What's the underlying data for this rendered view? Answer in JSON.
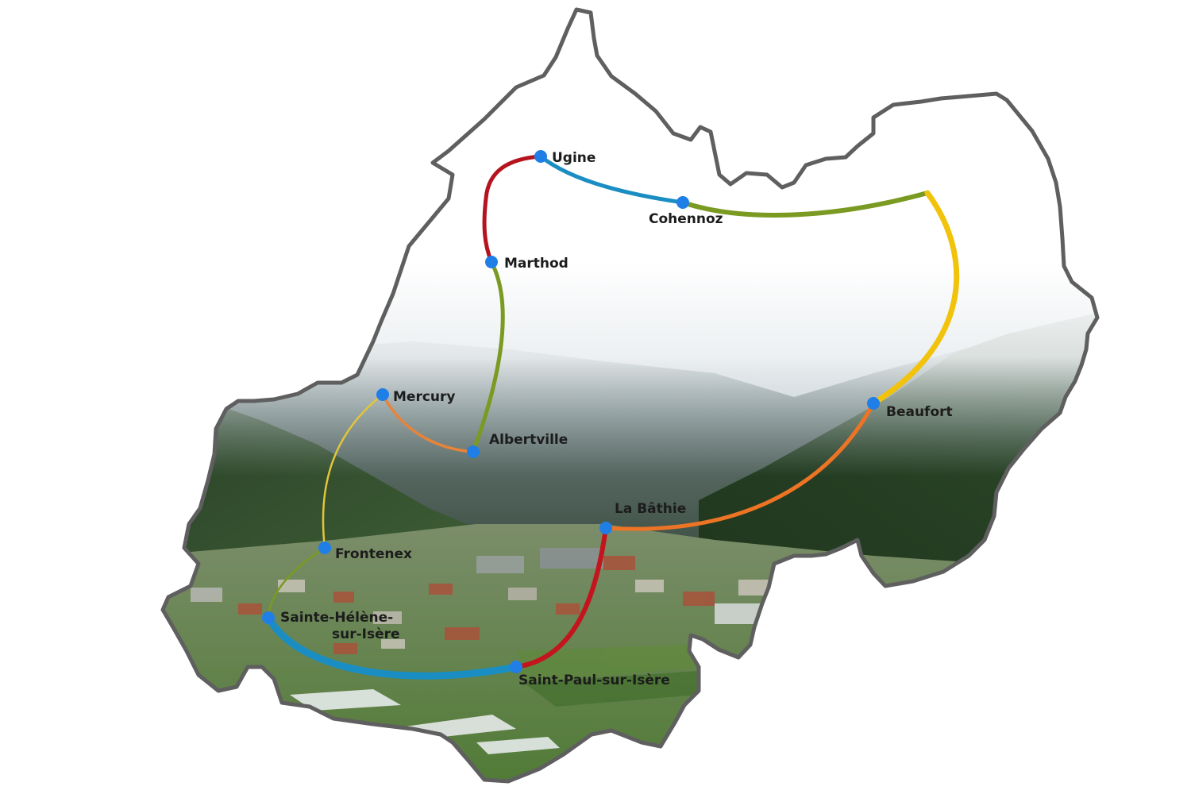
{
  "map": {
    "colors": {
      "outline": "#5f5f5f",
      "town": "#1f7fe6",
      "label": "#1c1c1c",
      "fog": "#ffffff",
      "mountain_dark": "#20341f",
      "mountain_mid": "#3c5a38",
      "mountain_far": "#5f6e72",
      "valley_green": "#6d8748",
      "roofs": "#a9523a"
    },
    "towns": [
      {
        "id": "ugine",
        "name": "Ugine"
      },
      {
        "id": "cohennoz",
        "name": "Cohennoz"
      },
      {
        "id": "marthod",
        "name": "Marthod"
      },
      {
        "id": "mercury",
        "name": "Mercury"
      },
      {
        "id": "albertville",
        "name": "Albertville"
      },
      {
        "id": "beaufort",
        "name": "Beaufort"
      },
      {
        "id": "la-bathie",
        "name": "La Bâthie"
      },
      {
        "id": "frontenex",
        "name": "Frontenex"
      },
      {
        "id": "sainte-helene",
        "name": "Sainte-Hélène-",
        "name_line2": "sur-Isère"
      },
      {
        "id": "saint-paul",
        "name": "Saint-Paul-sur-Isère"
      }
    ],
    "routes": [
      {
        "from": "ugine",
        "to": "marthod",
        "color": "#b5141e"
      },
      {
        "from": "ugine",
        "to": "cohennoz",
        "color": "#1a8ec2"
      },
      {
        "from": "cohennoz",
        "to": "beaufort",
        "color": "#7a9a22"
      },
      {
        "from": "cohennoz",
        "to": "beaufort",
        "color": "#f2c30c"
      },
      {
        "from": "marthod",
        "to": "albertville",
        "color": "#7a9a22"
      },
      {
        "from": "mercury",
        "to": "albertville",
        "color": "#e8843a"
      },
      {
        "from": "mercury",
        "to": "frontenex",
        "color": "#e2c53a"
      },
      {
        "from": "frontenex",
        "to": "sainte-helene",
        "color": "#7a9a22"
      },
      {
        "from": "sainte-helene",
        "to": "saint-paul",
        "color": "#1a8ec2"
      },
      {
        "from": "saint-paul",
        "to": "la-bathie",
        "color": "#c4141e"
      },
      {
        "from": "la-bathie",
        "to": "beaufort",
        "color": "#ec7424"
      }
    ]
  }
}
